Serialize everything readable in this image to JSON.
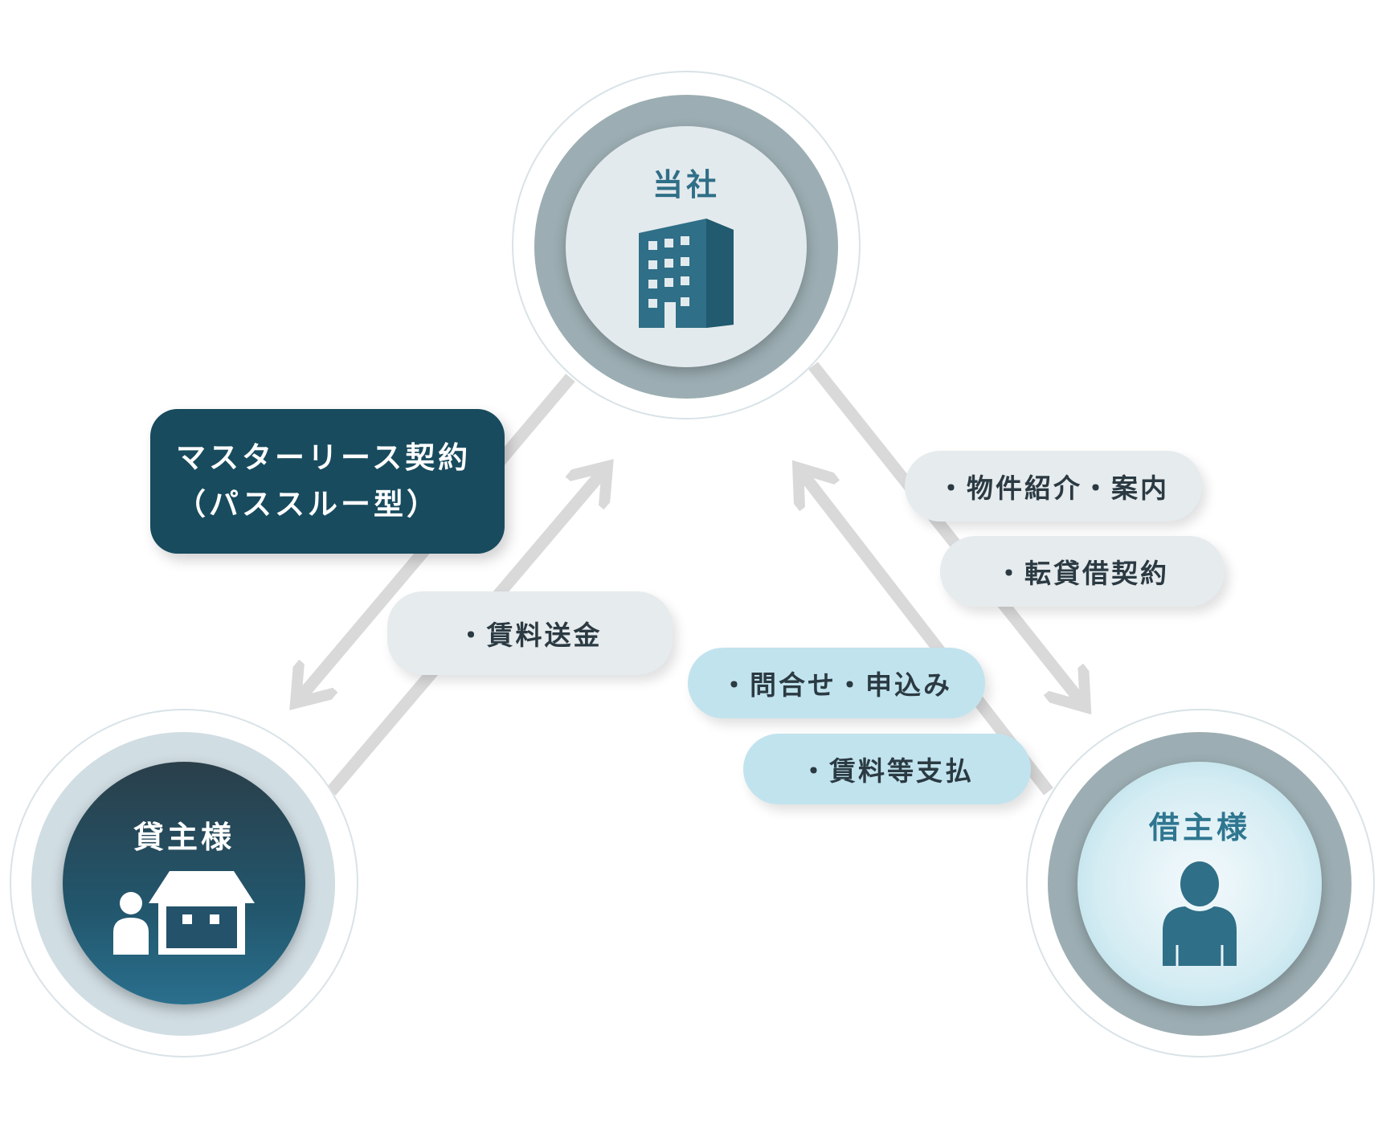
{
  "nodes": {
    "company": {
      "label": "当社",
      "icon": "office-building-icon"
    },
    "lessor": {
      "label": "貸主様",
      "icon": "owner-with-house-icon"
    },
    "tenant": {
      "label": "借主様",
      "icon": "person-icon"
    }
  },
  "relations": {
    "master_lease_line1": "マスターリース契約",
    "master_lease_line2": "（パススルー型）",
    "rent_remittance": "・賃料送金",
    "referral_guide": "・物件紹介・案内",
    "sublease_contract": "・転貸借契約",
    "inquiry_application": "・問合せ・申込み",
    "rent_payment": "・賃料等支払"
  },
  "colors": {
    "arrow": "#d9d9d9",
    "navy": "#184b5e",
    "teal_text": "#2f6f87",
    "grey_ring": "#9caeb3",
    "pill_grey": "#e6ebee",
    "pill_blue": "#c1e3ee"
  }
}
